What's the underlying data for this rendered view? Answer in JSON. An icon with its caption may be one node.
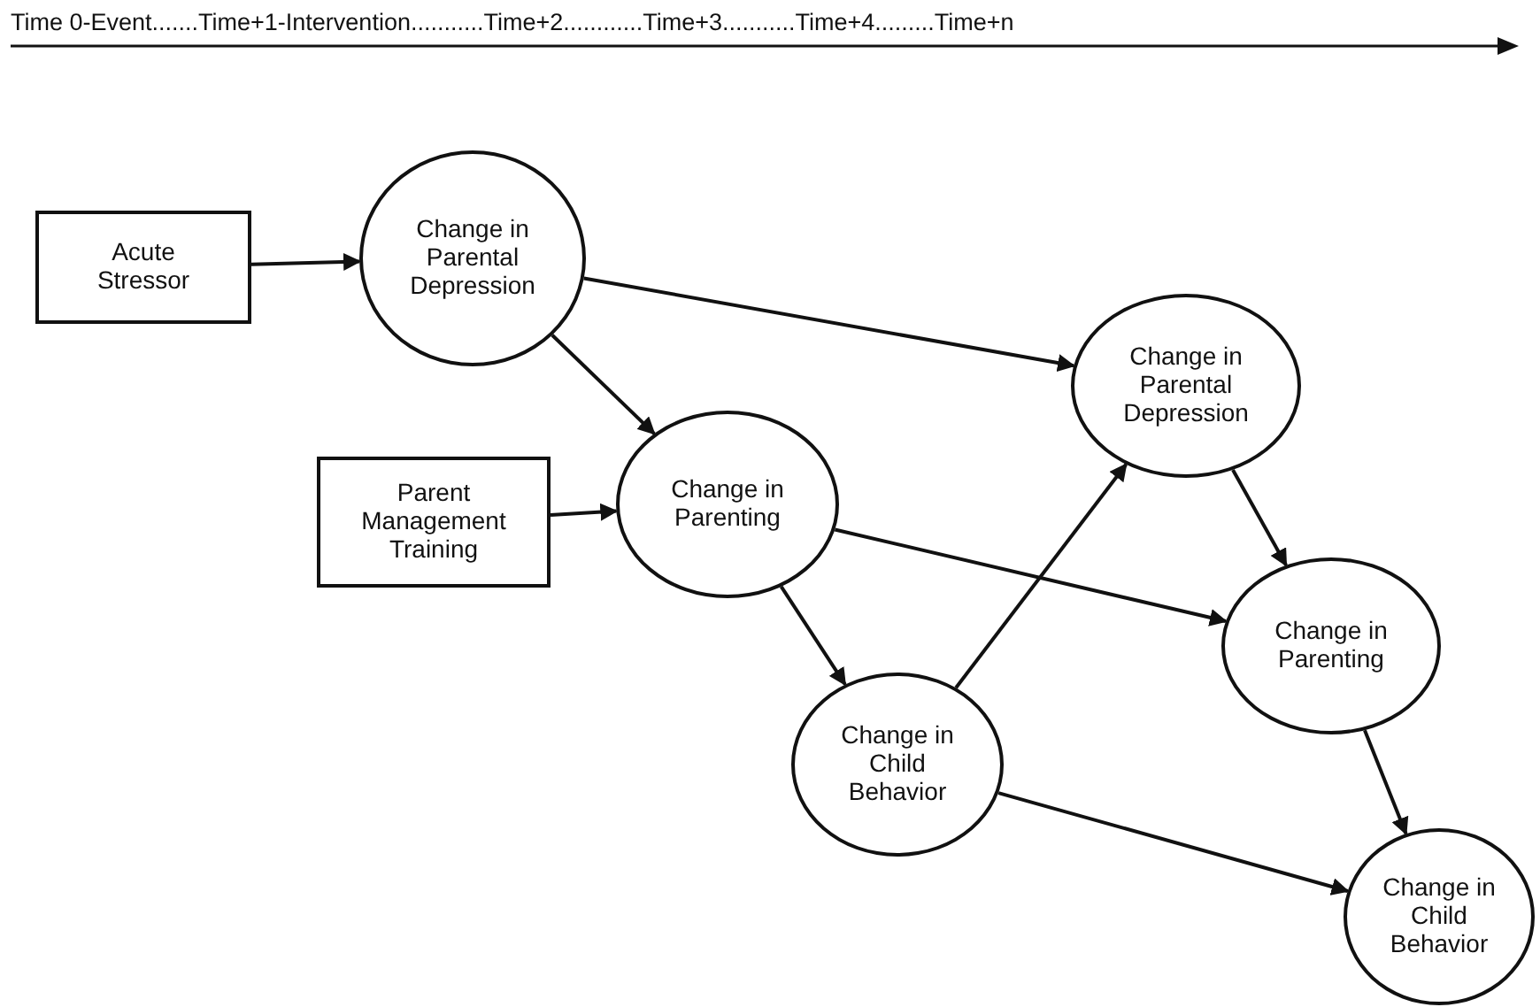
{
  "diagram": {
    "nodes": [
      {
        "text": [
          "Acute Stressor"
        ]
      },
      {
        "text": [
          "Change in Parental Depression"
        ]
      },
      {
        "text": [
          "Parent Management Training"
        ]
      },
      {
        "text": [
          "Change in Parenting"
        ]
      },
      {
        "text": [
          "Change in Child Behavior"
        ]
      },
      {
        "text": [
          "Change in Parental Depression"
        ]
      },
      {
        "text": [
          "Change in Parenting"
        ]
      },
      {
        "text": [
          "Change in Child Behavior"
        ]
      }
    ],
    "edges": [
      {
        "from": 0,
        "to": 1,
        "arrow": "to"
      },
      {
        "from": 1,
        "to": 3,
        "arrow": "to"
      },
      {
        "from": 1,
        "to": 5,
        "arrow": "to"
      },
      {
        "from": 2,
        "to": 3,
        "arrow": "to"
      },
      {
        "from": 3,
        "to": 4,
        "arrow": "to"
      },
      {
        "from": 3,
        "to": 6,
        "arrow": "to"
      },
      {
        "from": 4,
        "to": 5,
        "arrow": "to"
      },
      {
        "from": 5,
        "to": 6,
        "arrow": "to"
      },
      {
        "from": 4,
        "to": 7,
        "arrow": "to"
      },
      {
        "from": 6,
        "to": 7,
        "arrow": "to"
      }
    ],
    "labels": [
      "Time 0-Event.......Time+1-Intervention...........Time+2............Time+3...........Time+4.........Time+n"
    ]
  }
}
